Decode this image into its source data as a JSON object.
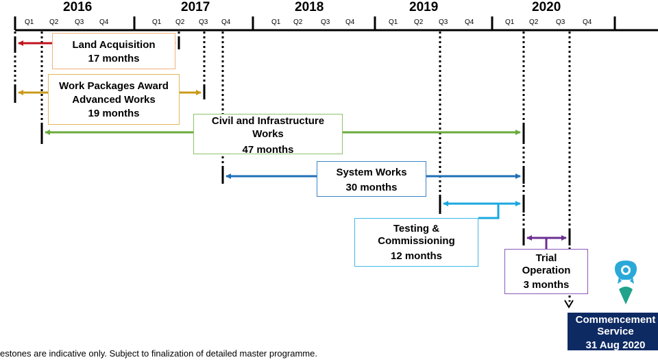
{
  "timeline": {
    "years": [
      "2016",
      "2017",
      "2018",
      "2019",
      "2020"
    ],
    "quarters": [
      "Q1",
      "Q2",
      "Q3",
      "Q4"
    ]
  },
  "phases": {
    "land": {
      "title": "Land Acquisition",
      "duration": "17 months",
      "color": "#c0141c"
    },
    "wpa": {
      "title_line1": "Work Packages Award",
      "title_line2": "Advanced Works",
      "duration": "19 months",
      "color": "#c99a1a"
    },
    "civil": {
      "title_line1": "Civil and Infrastructure",
      "title_line2": "Works",
      "duration": "47 months",
      "color": "#6aab3c"
    },
    "system": {
      "title": "System Works",
      "duration": "30 months",
      "color": "#1f6fb8"
    },
    "testing": {
      "title_line1": "Testing &",
      "title_line2": "Commissioning",
      "duration": "12 months",
      "color": "#1aa7e0"
    },
    "trial": {
      "title_line1": "Trial",
      "title_line2": "Operation",
      "duration": "3 months",
      "color": "#6b2f93"
    }
  },
  "service": {
    "line1": "Commencement",
    "line2": "Service",
    "date": "31 Aug 2020",
    "color": "#0e2a63"
  },
  "footnote": "estones are indicative only. Subject to finalization of detailed master programme."
}
